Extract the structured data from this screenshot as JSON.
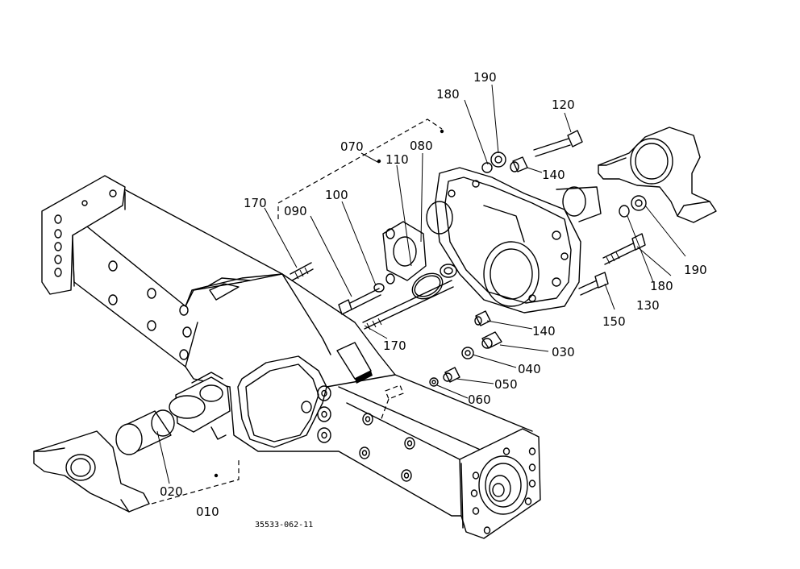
{
  "labels": {
    "p010": "010",
    "p020": "020",
    "p030": "030",
    "p040": "040",
    "p050": "050",
    "p060": "060",
    "p070": "070",
    "p080": "080",
    "p090": "090",
    "p100": "100",
    "p110": "110",
    "p120": "120",
    "p130": "130",
    "p140a": "140",
    "p140b": "140",
    "p150": "150",
    "p170a": "170",
    "p170b": "170",
    "p180a": "180",
    "p180b": "180",
    "p190a": "190",
    "p190b": "190"
  },
  "drawing_code": "35533-062-11"
}
